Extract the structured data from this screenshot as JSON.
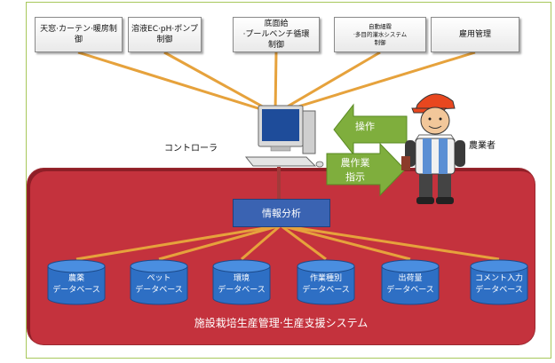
{
  "top_boxes": [
    "天窓·カーテン·暖房制\n御",
    "溶液EC·pH·ポンプ\n制御",
    "底面給\n·プールベンチ循環\n制御",
    "自動細霧\n·多目的灌水システム\n制御",
    "雇用管理"
  ],
  "controller_label": "コントローラ",
  "farmer_label": "農業者",
  "arrows": {
    "operation": "操作",
    "instruction": "農作業\n指示"
  },
  "analysis_label": "情報分析",
  "databases": [
    "農薬\nデータベース",
    "ペット\nデータベース",
    "環境\nデータベース",
    "作業種別\nデータベース",
    "出荷量\nデータベース",
    "コメント入力\nデータベース"
  ],
  "system_title": "施設栽培生産管理·生産支援システム",
  "colors": {
    "panel": "#c4323d",
    "db_blue": "#2e6fc4",
    "analysis_blue": "#3a63b2",
    "arrow_green": "#7fae3d",
    "line_orange": "#e6a23c",
    "frame_green": "#a7c85b"
  }
}
